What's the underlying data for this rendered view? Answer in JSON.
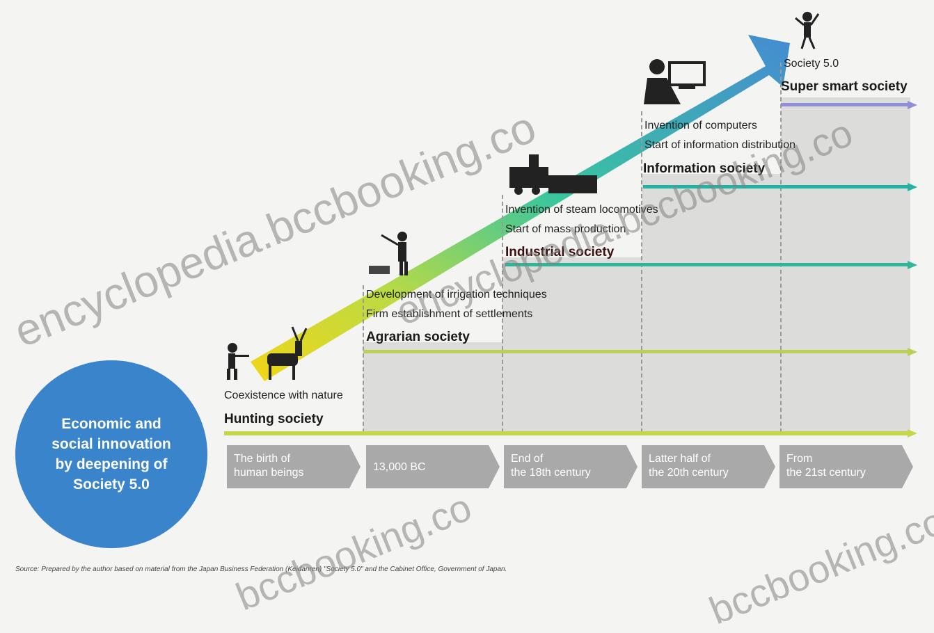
{
  "diagram": {
    "circle_text": "Economic and\nsocial innovation\nby deepening of\nSociety 5.0",
    "eras": [
      {
        "id": "hunting",
        "name": "Hunting society",
        "desc": [
          "Coexistence with nature"
        ],
        "color": "#c6d64a"
      },
      {
        "id": "agrarian",
        "name": "Agrarian society",
        "desc": [
          "Development of irrigation techniques",
          "Firm establishment of settlements"
        ],
        "color": "#b9cf55"
      },
      {
        "id": "industrial",
        "name": "Industrial society",
        "desc": [
          "Invention of steam locomotives",
          "Start of mass production"
        ],
        "color": "#2fb59a"
      },
      {
        "id": "information",
        "name": "Information society",
        "desc": [
          "Invention of computers",
          "Start of information distribution"
        ],
        "color": "#23b3a5"
      },
      {
        "id": "society5",
        "name": "Super smart society",
        "desc": [
          "Society 5.0"
        ],
        "color": "#8f8fd6"
      }
    ],
    "timeline": [
      {
        "label": "The birth of\nhuman beings"
      },
      {
        "label": "13,000 BC"
      },
      {
        "label": "End of\nthe 18th century"
      },
      {
        "label": "Latter half of\nthe 20th century"
      },
      {
        "label": "From\nthe 21st century"
      }
    ],
    "source_note": "Source: Prepared by the author based on material from the Japan Business Federation (Keidanren) \"Society 5.0\" and the Cabinet Office, Government of Japan.",
    "watermarks": [
      "encyclopedia.bccbooking.co",
      "encyclopedia.bccbooking.co",
      "bccbooking.co",
      "bccbooking.co"
    ]
  }
}
